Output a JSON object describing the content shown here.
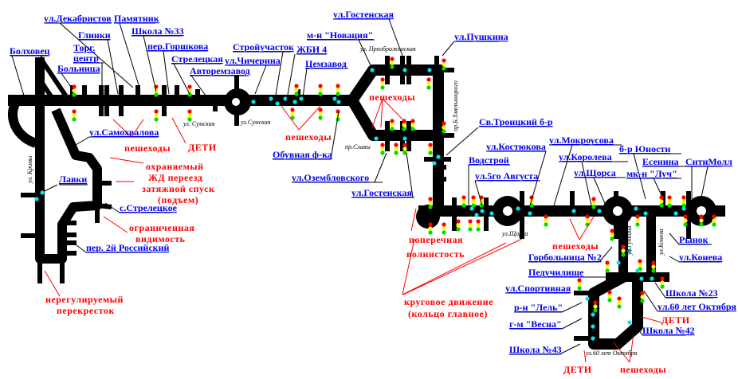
{
  "colors": {
    "road": "#000000",
    "label": "#0000ee",
    "warning": "#ff0000",
    "stop_dot": "#00e5ee",
    "crosswalk": "#ff00ff",
    "signal_red": "#ff0000",
    "signal_yellow": "#ffff00",
    "signal_green": "#00dd00"
  },
  "stops": {
    "bolkhovets": "Болховец",
    "dekabristov": "ул.Декабристов",
    "pamyatnik": "Памятник",
    "glinki": "Глинки",
    "torg1": "Торг.",
    "torg2": "центр",
    "bolnitsa": "Больница",
    "shkola33": "Школа №33",
    "gorshkova": "пер.Горшкова",
    "streletskaya": "Стрелецкая",
    "avtoremzavod": "Авторемзавод",
    "stroyuchastok": "Стройучасток",
    "chicherina": "ул.Чичерина",
    "zhbi4": "ЖБИ 4",
    "novatsiya": "м-н \"Новация\"",
    "cemzavod": "Цемзавод",
    "gostenskaya_top": "ул.Гостенская",
    "pushkina": "ул.Пушкина",
    "obuvnaya": "Обувная ф-ка",
    "samokhvalova": "ул.Самохвалова",
    "lavki": "Лавки",
    "streletskoe": "с.Стрелецкое",
    "rossiyskiy": "пер. 2й Российский",
    "ozemblovskogo": "ул.Озембловского",
    "gostenskaya_bottom": "ул.Гостенская",
    "troitskiy": "Св.Троицкий б-р",
    "kostyukova": "ул.Костюкова",
    "mokrousova": "ул.Мокроусова",
    "vodstroy": "Водстрой",
    "avgusta5": "ул.5го Августа",
    "koroleva": "ул.Королева",
    "shchorsa": "ул.Щорса",
    "yunosti": "б-р Юности",
    "esenina": "Есенина",
    "luch": "мк-н \"Луч\"",
    "citymall": "СитиМолл",
    "rynok": "Рынок",
    "koneva": "ул.Конева",
    "gorbolnitsa2": "Горбольница №2",
    "peduchilishche": "Педучилище",
    "sportivnaya": "ул.Спортивная",
    "lel": "р-н \"Лель\"",
    "vesna": "г-м \"Весна\"",
    "shkola43": "Школа №43",
    "shkola23": "Школа №23",
    "oktyabrya60": "ул.60 лет Октября",
    "shkola42": "Школа №42"
  },
  "warnings": {
    "peshekhody1": "пешеходы",
    "deti1": "ДЕТИ",
    "okhranyaemyy": "охраняемый",
    "zhd": "ЖД переезд",
    "spusk": "затяжной спуск",
    "podem": "(подъем)",
    "ogranichennaya": "ограниченная",
    "vidimost": "видимость",
    "nereguliruemyy": "нерегулируемый",
    "perekrestok": "перекресток",
    "peshekhody2": "пешеходы",
    "peshekhody3": "пешеходы",
    "poperechnaya": "поперечная",
    "volnistost": "волнистость",
    "krugovoe": "круговое движение",
    "koltso": "(кольцо главное)",
    "peshekhody4": "пешеходы",
    "deti2": "ДЕТИ",
    "deti3": "ДЕТИ",
    "peshekhody5": "пешеходы"
  },
  "streets": {
    "sumskaya1": "ул. Сумская",
    "sumskaya2": "ул.Сумская",
    "preobrazhenskaya": "ул. Преображенская",
    "slavy": "пр.Славы",
    "khmelnitskogo": "пр.Б.Хмельницкого",
    "kromy": "ул. Кромы",
    "shchorsa": "ул.Щорса",
    "gubkina": "ул.Губкина",
    "koneva": "ул.Конева",
    "oktyabrya": "ул.60 лет Октября"
  }
}
